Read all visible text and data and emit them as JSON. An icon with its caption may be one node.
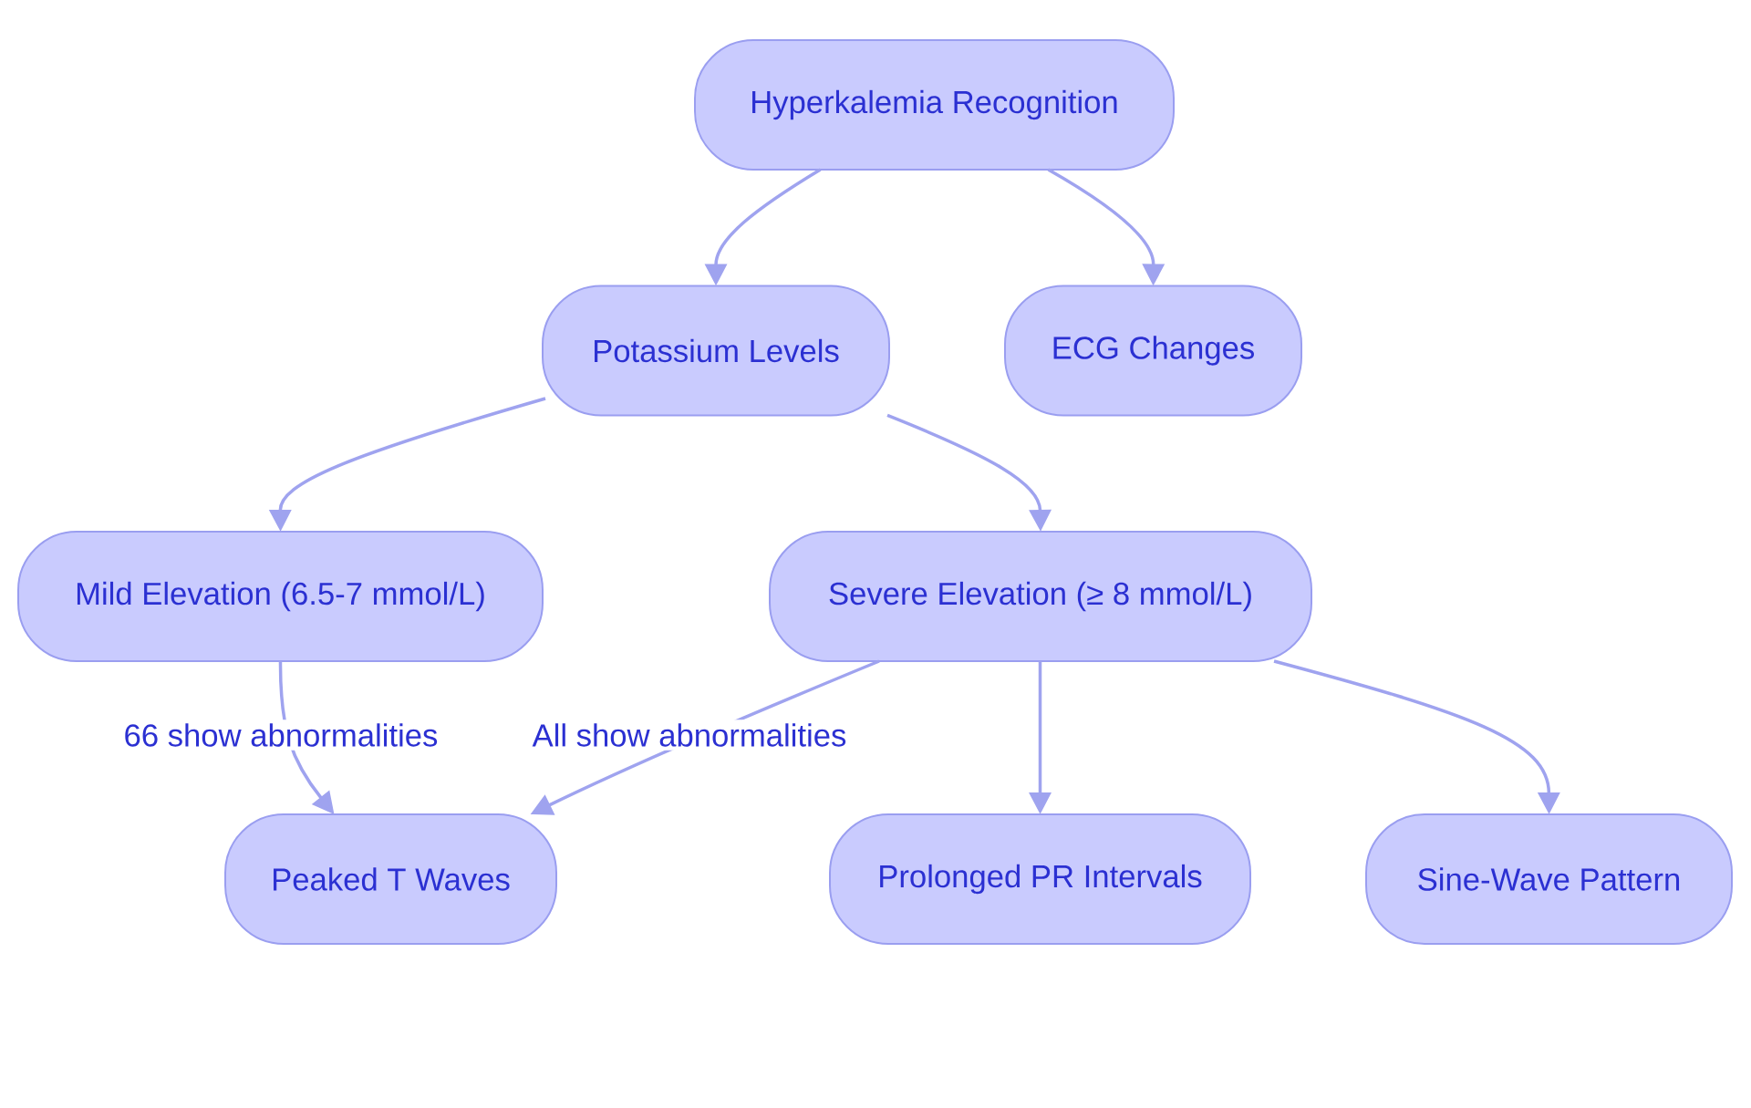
{
  "diagram": {
    "nodes": [
      {
        "text": [
          "Hyperkalemia Recognition"
        ]
      },
      {
        "text": [
          "Potassium Levels"
        ]
      },
      {
        "text": [
          "ECG Changes"
        ]
      },
      {
        "text": [
          "Mild Elevation (6.5-7 mmol/L)"
        ]
      },
      {
        "text": [
          "Severe Elevation (≥ 8 mmol/L)"
        ]
      },
      {
        "text": [
          "Peaked T Waves"
        ]
      },
      {
        "text": [
          "Prolonged PR Intervals"
        ]
      },
      {
        "text": [
          "Sine-Wave Pattern"
        ]
      }
    ],
    "edges": [
      {
        "from": 0,
        "to": 1,
        "arrow": "to"
      },
      {
        "from": 0,
        "to": 2,
        "arrow": "to"
      },
      {
        "from": 1,
        "to": 3,
        "arrow": "to"
      },
      {
        "from": 1,
        "to": 4,
        "arrow": "to"
      },
      {
        "from": 3,
        "to": 5,
        "arrow": "to",
        "label": "66 show abnormalities"
      },
      {
        "from": 4,
        "to": 5,
        "arrow": "to",
        "label": "All show abnormalities"
      },
      {
        "from": 4,
        "to": 6,
        "arrow": "to"
      },
      {
        "from": 4,
        "to": 7,
        "arrow": "to"
      }
    ]
  }
}
